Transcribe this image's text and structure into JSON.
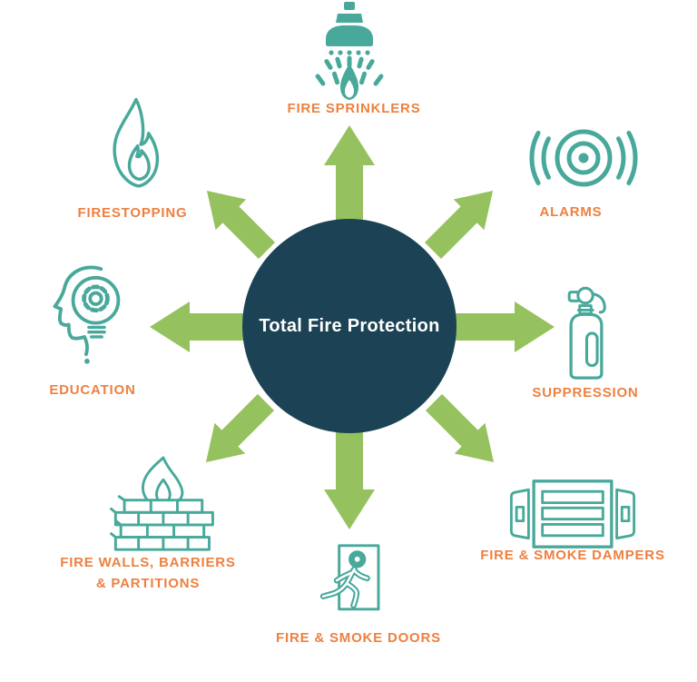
{
  "diagram": {
    "title": "Total Fire Protection diagram",
    "center": {
      "label": "Total Fire Protection"
    },
    "nodes": [
      {
        "id": "fire-sprinklers",
        "label": "FIRE SPRINKLERS",
        "icon": "fire-sprinkler-icon",
        "position": "top"
      },
      {
        "id": "alarms",
        "label": "ALARMS",
        "icon": "alarm-bell-waves-icon",
        "position": "top-right"
      },
      {
        "id": "suppression",
        "label": "SUPPRESSION",
        "icon": "fire-extinguisher-icon",
        "position": "right"
      },
      {
        "id": "fire-smoke-dampers",
        "label": "FIRE & SMOKE DAMPERS",
        "icon": "air-damper-vent-icon",
        "position": "bottom-right"
      },
      {
        "id": "fire-smoke-doors",
        "label": "FIRE & SMOKE DOORS",
        "icon": "exit-door-running-person-icon",
        "position": "bottom"
      },
      {
        "id": "fire-walls-barriers-partitions",
        "label": "FIRE WALLS, BARRIERS\n& PARTITIONS",
        "icon": "brick-wall-flame-icon",
        "position": "bottom-left"
      },
      {
        "id": "education",
        "label": "EDUCATION",
        "icon": "head-gear-lightbulb-icon",
        "position": "left"
      },
      {
        "id": "firestopping",
        "label": "FIRESTOPPING",
        "icon": "flame-icon",
        "position": "top-left"
      }
    ],
    "arrows": {
      "count": 8,
      "directions": [
        "up",
        "up-right",
        "right",
        "down-right",
        "down",
        "down-left",
        "left",
        "up-left"
      ]
    },
    "colors": {
      "background": "#ffffff",
      "circle": "#1c4355",
      "center_text": "#ffffff",
      "arrow": "#95c25e",
      "icon": "#48a99b",
      "label": "#ee8040"
    }
  }
}
